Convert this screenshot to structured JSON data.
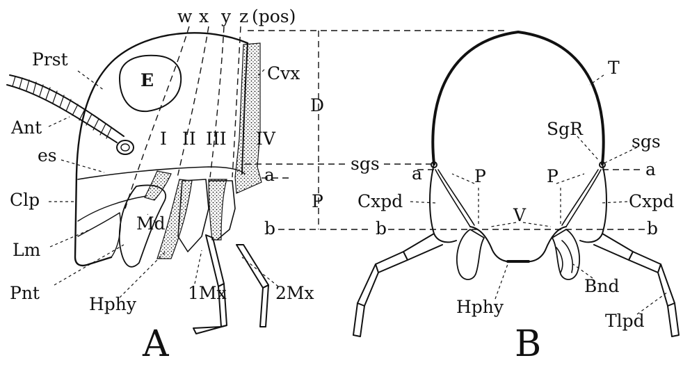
{
  "figure_a": {
    "panel": "A",
    "labels": {
      "w": "w",
      "x": "x",
      "y": "y",
      "z": "z",
      "pos": "(pos)",
      "prst": "Prst",
      "e": "E",
      "cvx": "Cvx",
      "d": "D",
      "ant": "Ant",
      "i": "I",
      "ii": "II",
      "iii": "III",
      "iv": "IV",
      "es": "es",
      "sgs": "sgs",
      "a": "a",
      "clp": "Clp",
      "p": "P",
      "md": "Md",
      "b": "b",
      "lm": "Lm",
      "pnt": "Pnt",
      "hphy": "Hphy",
      "mx1": "1Mx",
      "mx2": "2Mx"
    }
  },
  "figure_b": {
    "panel": "B",
    "labels": {
      "t": "T",
      "sgr": "SgR",
      "sgs": "sgs",
      "a_left": "a",
      "a_right": "a",
      "p_left": "P",
      "p_right": "P",
      "cxpd_left": "Cxpd",
      "cxpd_right": "Cxpd",
      "v": "V",
      "b_left": "b",
      "b_right": "b",
      "hphy": "Hphy",
      "bnd": "Bnd",
      "tlpd": "Tlpd"
    }
  }
}
